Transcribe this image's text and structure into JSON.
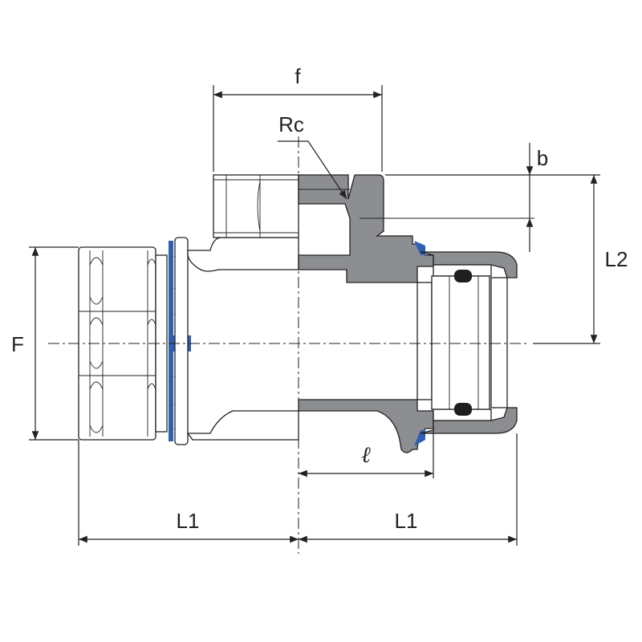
{
  "labels": {
    "f": "f",
    "rc": "Rc",
    "b": "b",
    "l2": "L2",
    "F": "F",
    "ell": "ℓ",
    "l1_left": "L1",
    "l1_right": "L1"
  },
  "colors": {
    "section_fill": "#8c8e92",
    "seal_blue": "#2f5fb0",
    "oring": "#1e1e1e",
    "line": "#222222",
    "background": "#ffffff"
  }
}
